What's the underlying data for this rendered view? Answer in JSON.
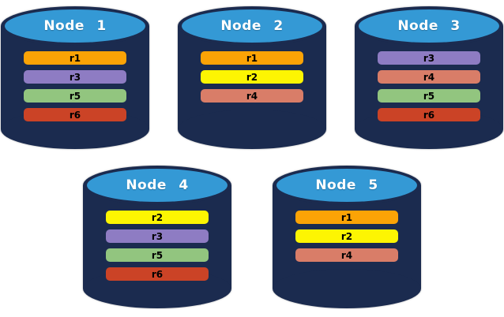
{
  "colors": {
    "background": "#FFFFFF",
    "cylinder_body": "#1B2B4F",
    "cylinder_top": "#3499D5",
    "title_text": "#FFFFFF",
    "bar_text": "#000000"
  },
  "replica_palette": {
    "r1": "#FBA306",
    "r2": "#FDF502",
    "r3": "#8E7CC3",
    "r4": "#D97D68",
    "r5": "#92C57F",
    "r6": "#CB4326"
  },
  "nodes": [
    {
      "label": "Node 1",
      "replicas": [
        {
          "id": "r1",
          "color": "#FBA306"
        },
        {
          "id": "r3",
          "color": "#8E7CC3"
        },
        {
          "id": "r5",
          "color": "#92C57F"
        },
        {
          "id": "r6",
          "color": "#CB4326"
        }
      ]
    },
    {
      "label": "Node 2",
      "replicas": [
        {
          "id": "r1",
          "color": "#FBA306"
        },
        {
          "id": "r2",
          "color": "#FDF502"
        },
        {
          "id": "r4",
          "color": "#D97D68"
        }
      ]
    },
    {
      "label": "Node 3",
      "replicas": [
        {
          "id": "r3",
          "color": "#8E7CC3"
        },
        {
          "id": "r4",
          "color": "#D97D68"
        },
        {
          "id": "r5",
          "color": "#92C57F"
        },
        {
          "id": "r6",
          "color": "#CB4326"
        }
      ]
    },
    {
      "label": "Node 4",
      "replicas": [
        {
          "id": "r2",
          "color": "#FDF502"
        },
        {
          "id": "r3",
          "color": "#8E7CC3"
        },
        {
          "id": "r5",
          "color": "#92C57F"
        },
        {
          "id": "r6",
          "color": "#CB4326"
        }
      ]
    },
    {
      "label": "Node 5",
      "replicas": [
        {
          "id": "r1",
          "color": "#FBA306"
        },
        {
          "id": "r2",
          "color": "#FDF502"
        },
        {
          "id": "r4",
          "color": "#D97D68"
        }
      ]
    }
  ]
}
